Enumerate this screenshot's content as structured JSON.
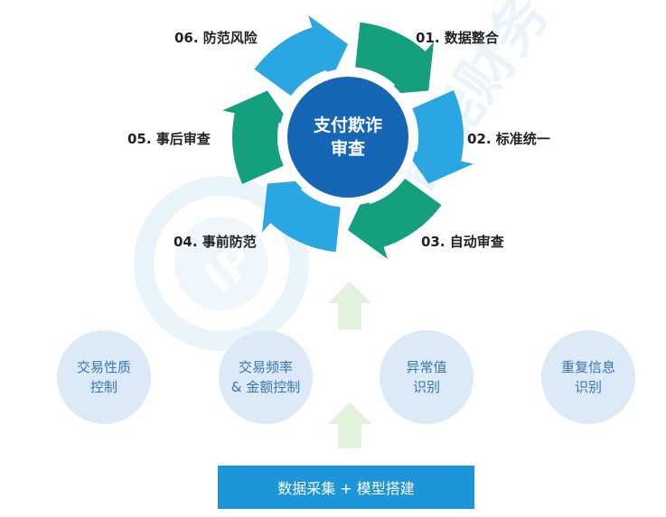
{
  "cycle": {
    "center_line1": "支付欺诈",
    "center_line2": "审查",
    "steps": [
      "01. 数据整合",
      "02. 标准统一",
      "03. 自动审查",
      "04. 事前防范",
      "05. 事后审查",
      "06. 防范风险"
    ]
  },
  "circles": [
    {
      "line1": "交易性质",
      "line2": "控制"
    },
    {
      "line1": "交易频率",
      "line2": "& 金额控制"
    },
    {
      "line1": "异常值",
      "line2": "识别"
    },
    {
      "line1": "重复信息",
      "line2": "识别"
    }
  ],
  "bottom_box": "数据采集 + 模型搭建",
  "watermark": "IP 智能财务",
  "colors": {
    "green": "#14a07e",
    "blue": "#2aa7e3",
    "dark_blue": "#1567b5",
    "circle_bg": "#dbeaf6",
    "box_bg": "#1d96d9",
    "up_arrow": "#e3f2dc"
  }
}
